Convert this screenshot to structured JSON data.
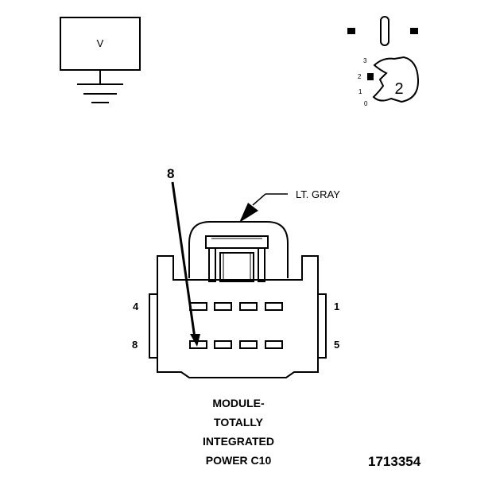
{
  "voltmeter": {
    "symbol": "V"
  },
  "probe": {
    "tip_number": "2",
    "scale": [
      "3",
      "2",
      "1",
      "0"
    ]
  },
  "connector": {
    "callout_pin": "8",
    "wire_color_label": "LT. GRAY",
    "pin_labels": {
      "top_left": "4",
      "top_right": "1",
      "bottom_left": "8",
      "bottom_right": "5"
    },
    "title_lines": [
      "MODULE-",
      "TOTALLY",
      "INTEGRATED",
      "POWER C10"
    ]
  },
  "figure_number": "1713354"
}
